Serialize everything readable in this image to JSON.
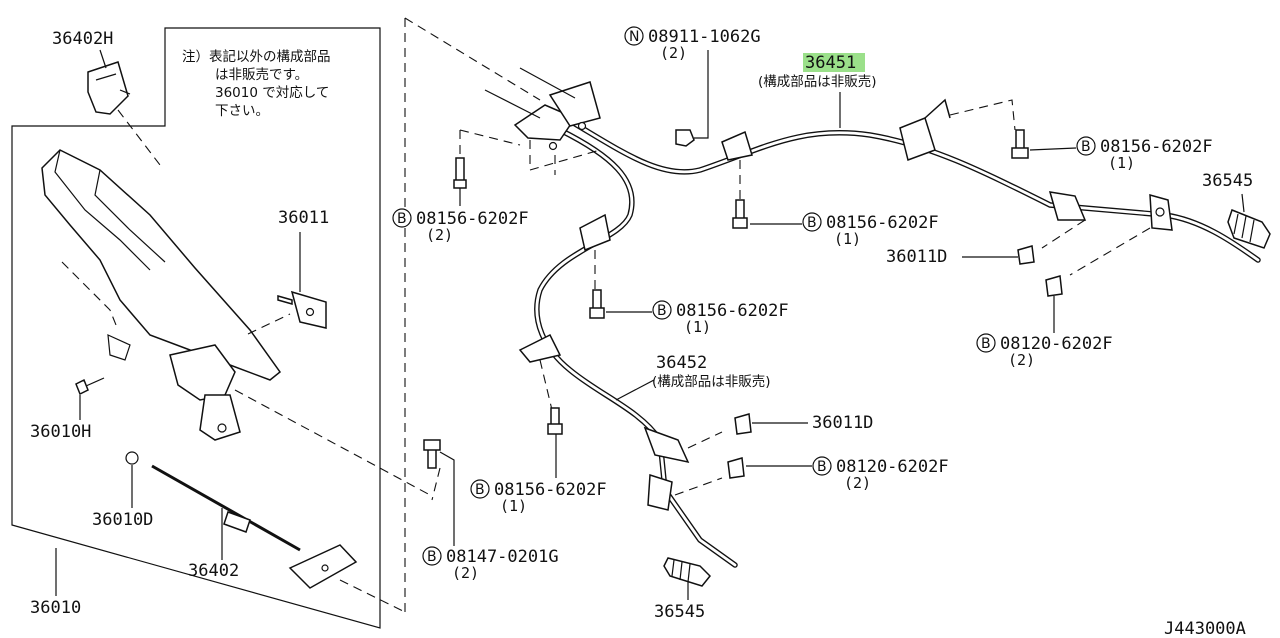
{
  "diagram_id": "J443000A",
  "note": [
    "注）表記以外の構成部品",
    "は非販売です。",
    "36010 で対応して",
    "下さい。"
  ],
  "callouts": {
    "c36402H": "36402H",
    "c36011": "36011",
    "c36010H": "36010H",
    "c36010D": "36010D",
    "c36402": "36402",
    "c36010": "36010",
    "n08911": {
      "prefix": "N",
      "code": "08911-1062G",
      "qty": "(2)"
    },
    "c36451": {
      "code": "36451",
      "desc": "(構成部品は非販売)"
    },
    "b08156_r": {
      "prefix": "B",
      "code": "08156-6202F",
      "qty": "(1)"
    },
    "c36545_r": "36545",
    "b08156_l": {
      "prefix": "B",
      "code": "08156-6202F",
      "qty": "(2)"
    },
    "b08156_c": {
      "prefix": "B",
      "code": "08156-6202F",
      "qty": "(1)"
    },
    "c36011D_r": "36011D",
    "b08156_m": {
      "prefix": "B",
      "code": "08156-6202F",
      "qty": "(1)"
    },
    "b08120_r": {
      "prefix": "B",
      "code": "08120-6202F",
      "qty": "(2)"
    },
    "c36452": {
      "code": "36452",
      "desc": "(構成部品は非販売)"
    },
    "c36011D_m": "36011D",
    "b08120_m": {
      "prefix": "B",
      "code": "08120-6202F",
      "qty": "(2)"
    },
    "b08156_b": {
      "prefix": "B",
      "code": "08156-6202F",
      "qty": "(1)"
    },
    "b08147": {
      "prefix": "B",
      "code": "08147-0201G",
      "qty": "(2)"
    },
    "c36545_b": "36545"
  },
  "colors": {
    "line": "#111111",
    "highlight": "#9be08a",
    "background": "#ffffff"
  }
}
